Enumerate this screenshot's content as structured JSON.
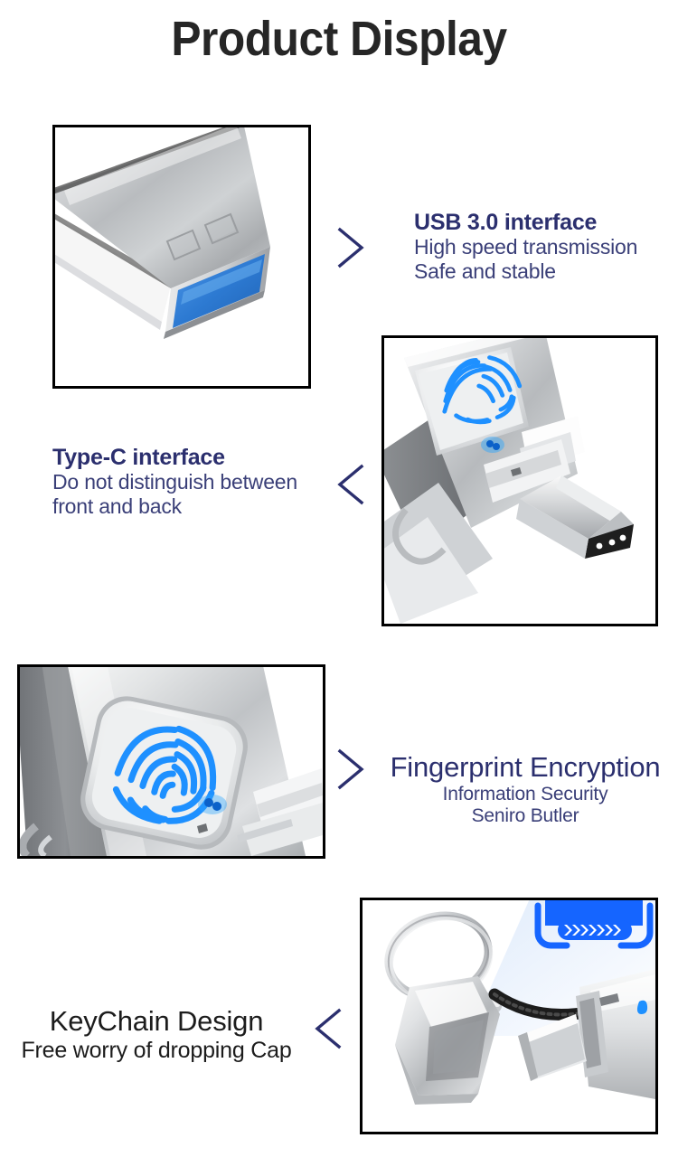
{
  "page": {
    "title": "Product Display",
    "background": "#ffffff",
    "title_color": "#262626",
    "accent_navy": "#2b2f6e",
    "accent_blue": "#1565ff",
    "fingerprint_blue": "#1e90ff",
    "usb3_blue": "#2f7fd8"
  },
  "features": [
    {
      "id": "usb3",
      "heading": "USB 3.0 interface",
      "lines": [
        "High speed transmission",
        "Safe and stable"
      ],
      "chevron": "chevron-right-icon",
      "image_alt": "usb-a-connector-photo"
    },
    {
      "id": "typec",
      "heading": "Type-C interface",
      "lines": [
        "Do not distinguish between",
        "front and back"
      ],
      "chevron": "chevron-left-icon",
      "image_alt": "type-c-connector-photo"
    },
    {
      "id": "fingerprint",
      "heading": "Fingerprint Encryption",
      "lines": [
        "Information Security",
        "Seniro Butler"
      ],
      "chevron": "chevron-right-icon",
      "image_alt": "fingerprint-sensor-photo"
    },
    {
      "id": "keychain",
      "heading": "KeyChain Design",
      "lines": [
        "Free worry of dropping Cap"
      ],
      "chevron": "chevron-left-icon",
      "image_alt": "keychain-cap-photo"
    }
  ]
}
